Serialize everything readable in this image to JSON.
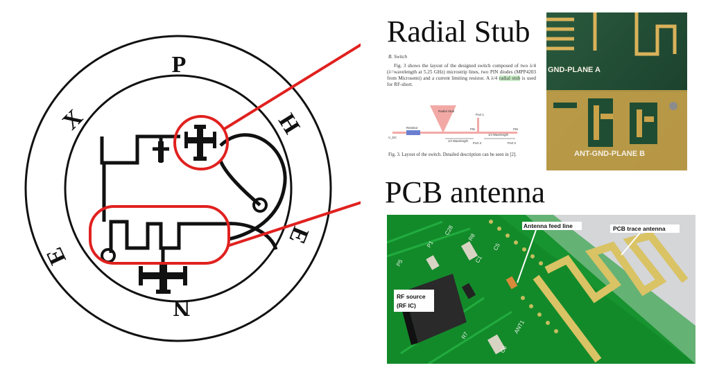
{
  "seal": {
    "letters": {
      "top": "P",
      "upper_right": "H",
      "lower_right": "E",
      "bottom": "N",
      "lower_left": "E",
      "upper_left": "X"
    }
  },
  "labels": {
    "radial_stub": "Radial Stub",
    "pcb_antenna": "PCB antenna"
  },
  "paper_excerpt": {
    "section": "B.   Switch",
    "body_before": "Fig. 3 shows the layout of the designed switch composed of two λ/4 (λ=wavelength at 5.25 GHz) microstrip lines, two PIN diodes (MPP4203 from Microsemi) and a current limiting resistor. A λ/4 ",
    "highlight": "radial stub",
    "body_after": " is used for RF-short.",
    "figure_labels": {
      "radial_stub": "Radial Stub",
      "port1": "Port 1",
      "port2": "Port 2",
      "port3": "Port 3",
      "resistor": "Resistor",
      "vdc": "V_DC",
      "pin1": "PIN",
      "pin2": "PIN",
      "quarter_wave_1": "1/4 Wavelength",
      "quarter_wave_2": "1/4 Wavelength"
    },
    "caption": "Fig. 3.  Layout of the switch. Detailed description can be seen in [2]."
  },
  "pcb_photo": {
    "label_top": "GND-PLANE A",
    "label_bottom": "ANT-GND-PLANE B"
  },
  "pcb_render": {
    "rf_source_label_line1": "RF source",
    "rf_source_label_line2": "(RF IC)",
    "feed_line_label": "Antenna feed line",
    "trace_antenna_label": "PCB trace antenna",
    "silkscreen": [
      "C28",
      "R8",
      "C1",
      "P5",
      "R7",
      "C6",
      "ANT1",
      "P1",
      "C5"
    ]
  },
  "colors": {
    "callout_red": "#e0211f",
    "board_green": "#138a2a",
    "gold": "#d9b25a",
    "photo_board": "#1f4d33"
  }
}
